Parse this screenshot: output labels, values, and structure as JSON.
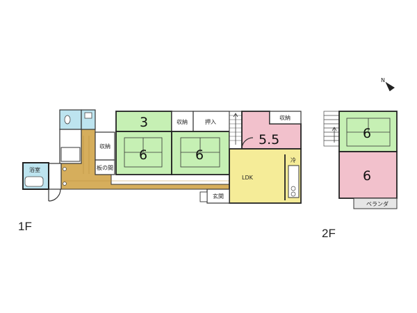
{
  "floors": {
    "first": {
      "label": "1F",
      "rooms": {
        "washitsu_top": "3",
        "washitsu_left": "6",
        "washitsu_mid": "6",
        "western_room": "5.5",
        "ldk": "LDK",
        "bath": "浴室",
        "closet_left": "収納",
        "closet_mid": "収納",
        "closet_right": "収納",
        "oshiire": "押入",
        "kitchen_mark": "冷",
        "plank_closet": "板の間",
        "entrance": "玄関"
      }
    },
    "second": {
      "label": "2F",
      "rooms": {
        "washitsu_top": "6",
        "room_bottom": "6",
        "veranda": "ベランダ"
      }
    }
  },
  "compass": {
    "label": "N"
  },
  "colors": {
    "washitsu": "#c6f0b4",
    "western": "#f2c1cc",
    "ldk": "#f5ec98",
    "corridor": "#d6ae5c",
    "water": "#bde4ef",
    "veranda": "#e6e6e6"
  }
}
